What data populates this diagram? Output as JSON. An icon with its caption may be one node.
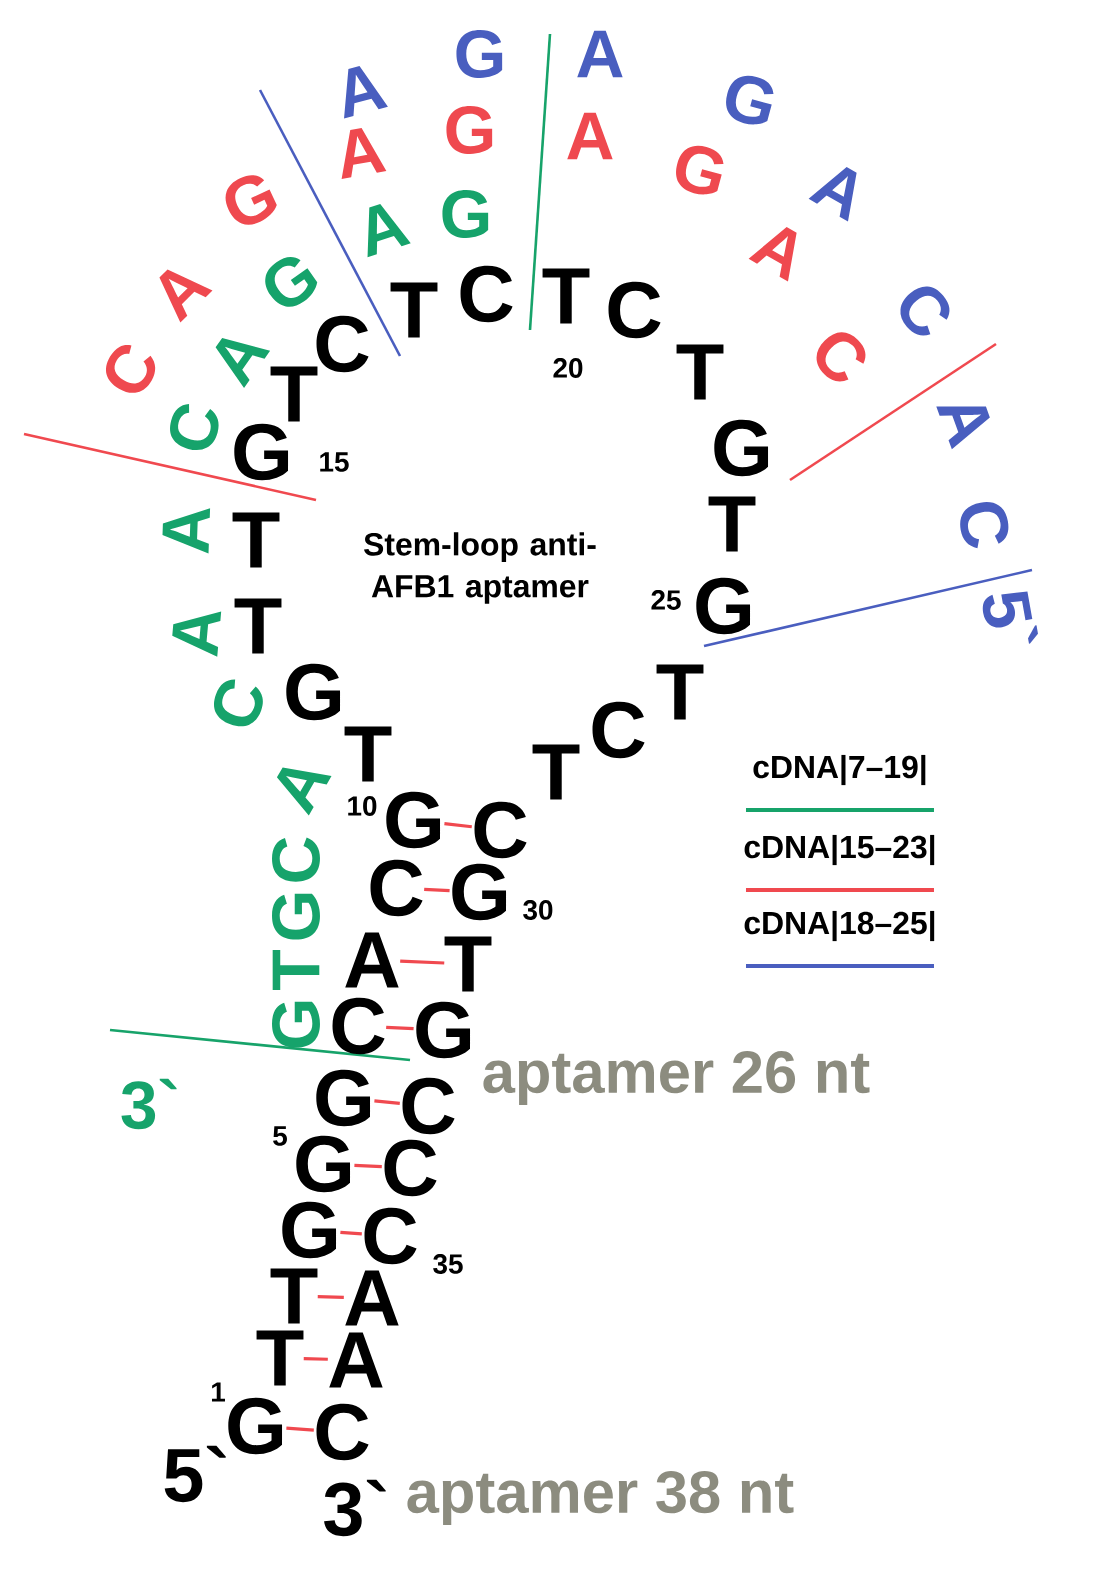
{
  "diagram": {
    "nodes": [
      {
        "text": [
          "G"
        ],
        "beside": [
          "1"
        ]
      },
      {
        "text": [
          "T"
        ]
      },
      {
        "text": [
          "T"
        ]
      },
      {
        "text": [
          "G"
        ]
      },
      {
        "text": [
          "G"
        ],
        "beside": [
          "5"
        ]
      },
      {
        "text": [
          "G"
        ]
      },
      {
        "text": [
          "C"
        ]
      },
      {
        "text": [
          "A"
        ]
      },
      {
        "text": [
          "C"
        ]
      },
      {
        "text": [
          "G"
        ],
        "beside": [
          "10"
        ]
      },
      {
        "text": [
          "T"
        ]
      },
      {
        "text": [
          "G"
        ]
      },
      {
        "text": [
          "T"
        ]
      },
      {
        "text": [
          "T"
        ]
      },
      {
        "text": [
          "G"
        ],
        "beside": [
          "15"
        ]
      },
      {
        "text": [
          "T"
        ]
      },
      {
        "text": [
          "C"
        ]
      },
      {
        "text": [
          "T"
        ]
      },
      {
        "text": [
          "C"
        ]
      },
      {
        "text": [
          "T"
        ],
        "beside": [
          "20"
        ]
      },
      {
        "text": [
          "C"
        ]
      },
      {
        "text": [
          "T"
        ]
      },
      {
        "text": [
          "G"
        ]
      },
      {
        "text": [
          "T"
        ]
      },
      {
        "text": [
          "G"
        ],
        "beside": [
          "25"
        ]
      },
      {
        "text": [
          "T"
        ]
      },
      {
        "text": [
          "C"
        ]
      },
      {
        "text": [
          "T"
        ]
      },
      {
        "text": [
          "C"
        ]
      },
      {
        "text": [
          "G"
        ],
        "beside": [
          "30"
        ]
      },
      {
        "text": [
          "T"
        ]
      },
      {
        "text": [
          "G"
        ]
      },
      {
        "text": [
          "C"
        ]
      },
      {
        "text": [
          "C"
        ]
      },
      {
        "text": [
          "C"
        ],
        "beside": [
          "35"
        ]
      },
      {
        "text": [
          "A"
        ]
      },
      {
        "text": [
          "A"
        ]
      },
      {
        "text": [
          "C"
        ]
      }
    ],
    "edges": [
      {
        "from": 0,
        "to": 37,
        "arrow": "none"
      },
      {
        "from": 1,
        "to": 36,
        "arrow": "none"
      },
      {
        "from": 2,
        "to": 35,
        "arrow": "none"
      },
      {
        "from": 3,
        "to": 34,
        "arrow": "none"
      },
      {
        "from": 4,
        "to": 33,
        "arrow": "none"
      },
      {
        "from": 5,
        "to": 32,
        "arrow": "none"
      },
      {
        "from": 6,
        "to": 31,
        "arrow": "none"
      },
      {
        "from": 7,
        "to": 30,
        "arrow": "none"
      },
      {
        "from": 8,
        "to": 29,
        "arrow": "none"
      },
      {
        "from": 9,
        "to": 28,
        "arrow": "none"
      }
    ],
    "labels": [
      "Stem-loop anti-AFB1 aptamer",
      "5`",
      "3`",
      "aptamer 26 nt",
      "aptamer 38 nt",
      "3`",
      "G",
      "T",
      "G",
      "C",
      "A",
      "C",
      "A",
      "A",
      "C",
      "A",
      "G",
      "A",
      "G",
      "C",
      "A",
      "G",
      "A",
      "G",
      "A",
      "G",
      "A",
      "C",
      "A",
      "G",
      "A",
      "G",
      "A",
      "C",
      "A",
      "C",
      "5`"
    ],
    "legend": [
      {
        "text": "cDNA|7–19|"
      },
      {
        "text": "cDNA|15–23|"
      },
      {
        "text": "cDNA|18–25|"
      }
    ]
  }
}
